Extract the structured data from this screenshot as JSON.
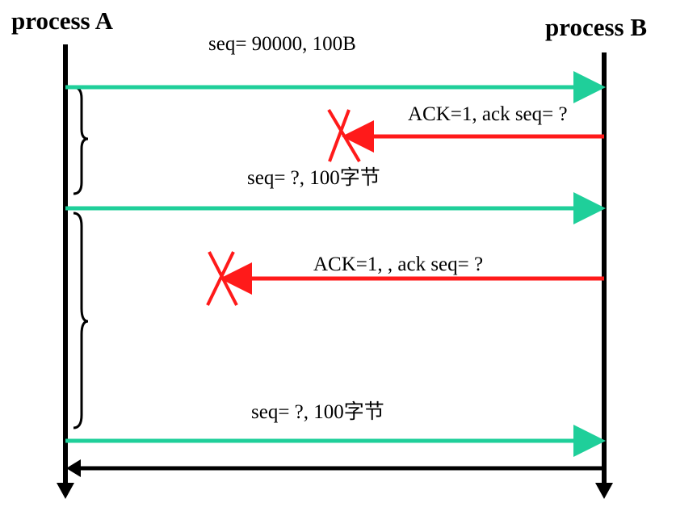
{
  "processes": {
    "a_label": "process A",
    "b_label": "process B"
  },
  "messages": [
    {
      "label": "seq= 90000,  100B",
      "direction": "A-to-B",
      "lost": false
    },
    {
      "label": "ACK=1, ack seq=  ?",
      "direction": "B-to-A",
      "lost": true
    },
    {
      "label": "seq= ?, 100字节",
      "direction": "A-to-B",
      "lost": false
    },
    {
      "label": "ACK=1, , ack seq=   ?",
      "direction": "B-to-A",
      "lost": true
    },
    {
      "label": "seq= ?, 100字节",
      "direction": "A-to-B",
      "lost": false
    }
  ],
  "colors": {
    "data_arrow": "#1fcf9a",
    "ack_arrow": "#ff1a1a",
    "loss_mark": "#ff1a1a",
    "timeline": "#000000"
  }
}
